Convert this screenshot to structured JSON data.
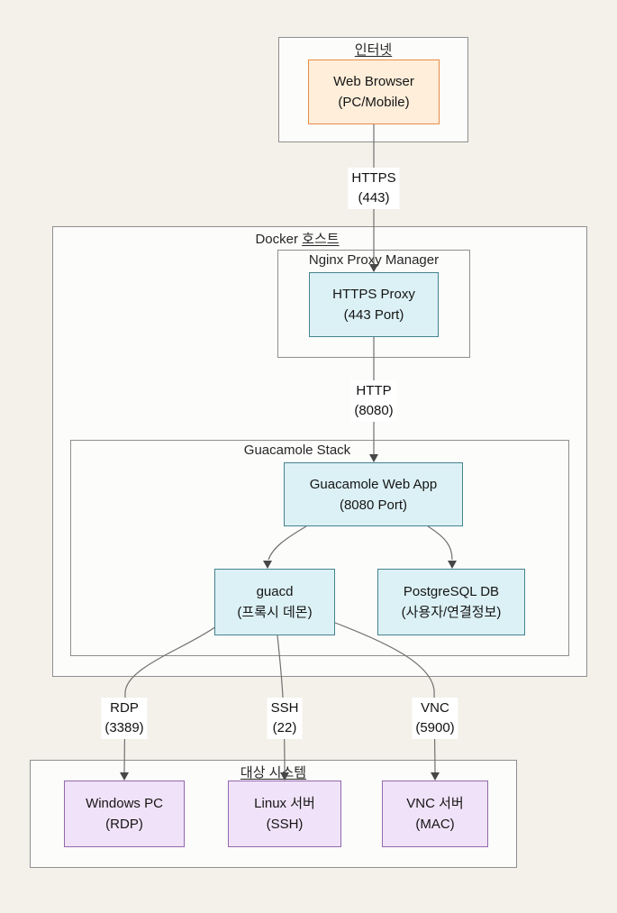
{
  "diagram": {
    "type": "architecture-flowchart",
    "containers": {
      "internet": {
        "title": "인터넷"
      },
      "docker_host": {
        "title_prefix": "Docker ",
        "title_korean": "호스트"
      },
      "nginx_proxy_manager": {
        "title": "Nginx Proxy Manager"
      },
      "guacamole_stack": {
        "title": "Guacamole Stack"
      },
      "target_systems": {
        "title": "대상 시스템"
      }
    },
    "nodes": {
      "web_browser": {
        "line1": "Web Browser",
        "line2": "(PC/Mobile)"
      },
      "https_proxy": {
        "line1": "HTTPS Proxy",
        "line2": "(443 Port)"
      },
      "guacamole_web_app": {
        "line1": "Guacamole Web App",
        "line2": "(8080 Port)"
      },
      "guacd": {
        "line1": "guacd",
        "line2": "(프록시 데몬)"
      },
      "postgresql_db": {
        "line1": "PostgreSQL DB",
        "line2": "(사용자/연결정보)"
      },
      "windows_pc": {
        "line1": "Windows PC",
        "line2": "(RDP)"
      },
      "linux_server": {
        "line1": "Linux 서버",
        "line2": "(SSH)"
      },
      "vnc_server": {
        "line1": "VNC 서버",
        "line2": "(MAC)"
      }
    },
    "edge_labels": {
      "https": {
        "line1": "HTTPS",
        "line2": "(443)"
      },
      "http": {
        "line1": "HTTP",
        "line2": "(8080)"
      },
      "rdp": {
        "line1": "RDP",
        "line2": "(3389)"
      },
      "ssh": {
        "line1": "SSH",
        "line2": "(22)"
      },
      "vnc": {
        "line1": "VNC",
        "line2": "(5900)"
      }
    },
    "colors": {
      "background": "#f4f1ea",
      "container_fill": "#fcfcfb",
      "container_border": "#8f8f8f",
      "node_orange_fill": "#ffeeda",
      "node_orange_border": "#e98c47",
      "node_cyan_fill": "#dcf1f5",
      "node_cyan_border": "#45828e",
      "node_purple_fill": "#f0e2f8",
      "node_purple_border": "#9268ae",
      "edge_line": "#707070",
      "edge_label_bg": "#ffffff"
    }
  }
}
